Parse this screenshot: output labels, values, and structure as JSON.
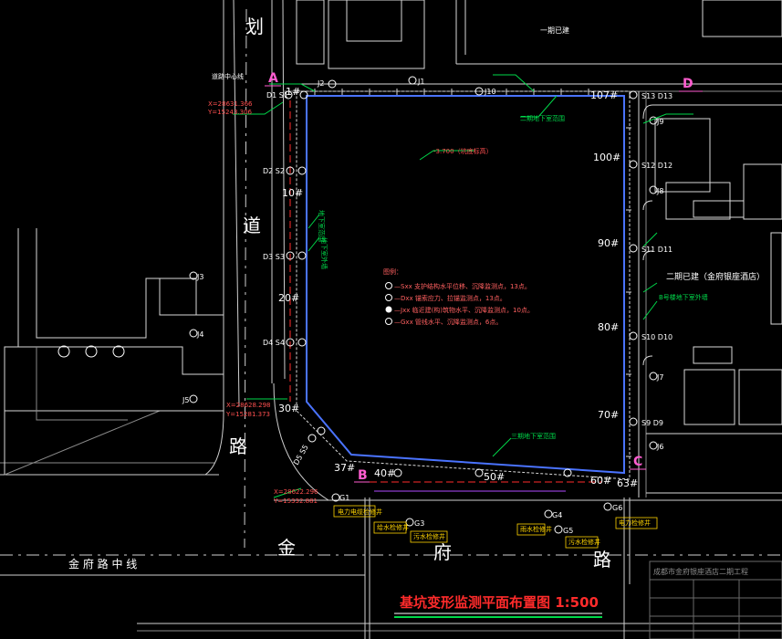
{
  "title": "基坑变形监测平面布置图 1:500",
  "colors": {
    "background": "#000000",
    "road": "#cfcfcf",
    "building": "#d8d8d8",
    "pit_wall": "#4a73ff",
    "measure_line": "#ff2b2b",
    "label": "#ffffff",
    "grid_marker": "#ff5dd0",
    "leader": "#00d84a",
    "annotation": "#ff5050",
    "yellow": "#ffd400",
    "legend_text": "#ff6060"
  },
  "corner_markers": [
    {
      "id": "corner-a",
      "label": "A"
    },
    {
      "id": "corner-b",
      "label": "B"
    },
    {
      "id": "corner-c",
      "label": "C"
    },
    {
      "id": "corner-d",
      "label": "D"
    }
  ],
  "road_chars": [
    {
      "id": "road-char-hua",
      "label": "划"
    },
    {
      "id": "road-char-dao",
      "label": "道"
    },
    {
      "id": "road-char-lu",
      "label": "路"
    },
    {
      "id": "road-char-jin",
      "label": "金"
    },
    {
      "id": "road-char-fu",
      "label": "府"
    },
    {
      "id": "road-char-lu2",
      "label": "路"
    }
  ],
  "road_centerline": "金 府 路 中 线",
  "section_numbers": [
    {
      "id": "sec-10",
      "label": "10#"
    },
    {
      "id": "sec-20",
      "label": "20#"
    },
    {
      "id": "sec-30",
      "label": "30#"
    },
    {
      "id": "sec-37",
      "label": "37#"
    },
    {
      "id": "sec-40",
      "label": "40#"
    },
    {
      "id": "sec-50",
      "label": "50#"
    },
    {
      "id": "sec-60",
      "label": "60#"
    },
    {
      "id": "sec-63",
      "label": "63#"
    },
    {
      "id": "sec-70",
      "label": "70#"
    },
    {
      "id": "sec-80",
      "label": "80#"
    },
    {
      "id": "sec-90",
      "label": "90#"
    },
    {
      "id": "sec-100",
      "label": "100#"
    },
    {
      "id": "sec-107",
      "label": "107#"
    },
    {
      "id": "sec-1",
      "label": "1#"
    }
  ],
  "monitoring_points": [
    {
      "id": "pt-d1s1",
      "label": "D1 S1"
    },
    {
      "id": "pt-d2s2",
      "label": "D2 S2"
    },
    {
      "id": "pt-d3s3",
      "label": "D3 S3"
    },
    {
      "id": "pt-d4s4",
      "label": "D4 S4"
    },
    {
      "id": "pt-d5s5",
      "label": "D5 S5"
    },
    {
      "id": "pt-s13d13",
      "label": "S13 D13"
    },
    {
      "id": "pt-s12d12",
      "label": "S12 D12"
    },
    {
      "id": "pt-s11d11",
      "label": "S11 D11"
    },
    {
      "id": "pt-s10d10",
      "label": "S10 D10"
    },
    {
      "id": "pt-s9d9",
      "label": "S9 D9"
    },
    {
      "id": "pt-j1",
      "label": "J1"
    },
    {
      "id": "pt-j2",
      "label": "J2"
    },
    {
      "id": "pt-j3",
      "label": "J3"
    },
    {
      "id": "pt-j4",
      "label": "J4"
    },
    {
      "id": "pt-j5",
      "label": "J5"
    },
    {
      "id": "pt-j6",
      "label": "J6"
    },
    {
      "id": "pt-j7",
      "label": "J7"
    },
    {
      "id": "pt-j8",
      "label": "J8"
    },
    {
      "id": "pt-j9",
      "label": "J9"
    },
    {
      "id": "pt-j10",
      "label": "J10"
    },
    {
      "id": "pt-g1",
      "label": "G1"
    },
    {
      "id": "pt-g3",
      "label": "G3"
    },
    {
      "id": "pt-g4",
      "label": "G4"
    },
    {
      "id": "pt-g5",
      "label": "G5"
    },
    {
      "id": "pt-g6",
      "label": "G6"
    }
  ],
  "annotations": [
    {
      "id": "ann-built-1",
      "label": "一期已建"
    },
    {
      "id": "ann-built-2",
      "label": "二期已建（金府银座酒店）"
    },
    {
      "id": "ann-underground-1",
      "label": "地下室范围"
    },
    {
      "id": "ann-underground-2",
      "label": "地下室外墙"
    },
    {
      "id": "ann-underground-3",
      "label": "二期地下室范围"
    },
    {
      "id": "ann-underground-4",
      "label": "三期地下室范围"
    },
    {
      "id": "ann-underground-5",
      "label": "B号楼地下室外墙"
    },
    {
      "id": "ann-elevation",
      "label": "-3.700（坑底标高）"
    },
    {
      "id": "ann-coord-1",
      "label": "X=28631.366"
    },
    {
      "id": "ann-coord-1b",
      "label": "Y=15243.306"
    },
    {
      "id": "ann-coord-2",
      "label": "X=28628.298"
    },
    {
      "id": "ann-coord-2b",
      "label": "Y=15281.373"
    },
    {
      "id": "ann-coord-3",
      "label": "X=28622.296"
    },
    {
      "id": "ann-coord-3b",
      "label": "Y=15332.881"
    },
    {
      "id": "ann-pipe-1",
      "label": "电力电缆检修井"
    },
    {
      "id": "ann-pipe-2",
      "label": "给水检修井"
    },
    {
      "id": "ann-pipe-3",
      "label": "污水检修井"
    },
    {
      "id": "ann-pipe-4",
      "label": "雨水检修井"
    },
    {
      "id": "ann-pipe-5",
      "label": "污水检修井"
    },
    {
      "id": "ann-pipe-6",
      "label": "电力检修井"
    },
    {
      "id": "ann-road-center",
      "label": "道路中心线"
    }
  ],
  "legend": {
    "heading": "图例：",
    "items": [
      {
        "id": "legend-s",
        "text": "—Sxx  支护结构水平位移、沉降监测点，13点。"
      },
      {
        "id": "legend-d",
        "text": "—Dxx  锚索应力、拉锚监测点，13点。"
      },
      {
        "id": "legend-j",
        "text": "—Jxx  临近建(构)筑物水平、沉降监测点，10点。"
      },
      {
        "id": "legend-g",
        "text": "—Gxx  管线水平、沉降监测点，6点。"
      }
    ]
  },
  "title_block_label": "成都市金府银座酒店二期工程"
}
